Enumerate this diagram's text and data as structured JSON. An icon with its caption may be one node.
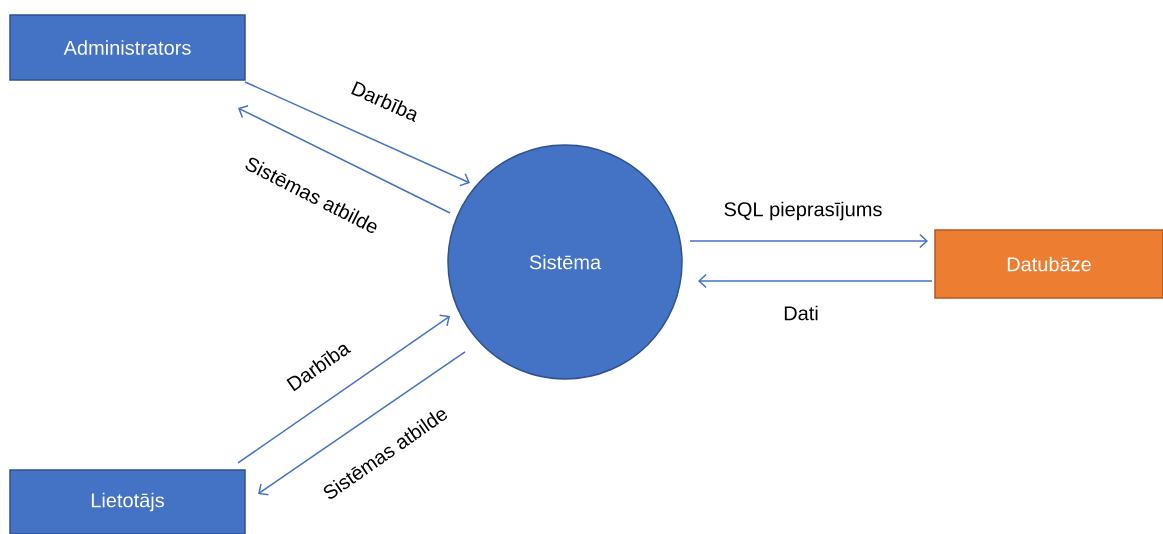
{
  "diagram": {
    "nodes": [
      {
        "text": [
          "Administrators"
        ]
      },
      {
        "text": [
          "Sistēma"
        ]
      },
      {
        "text": [
          "Datubāze"
        ]
      },
      {
        "text": [
          "Lietotājs"
        ]
      }
    ],
    "edges": [
      {
        "from": 0,
        "to": 1,
        "arrow": "to",
        "label": "Darbība"
      },
      {
        "from": 1,
        "to": 0,
        "arrow": "to",
        "label": "Sistēmas atbilde"
      },
      {
        "from": 1,
        "to": 2,
        "arrow": "to",
        "label": "SQL pieprasījums"
      },
      {
        "from": 2,
        "to": 1,
        "arrow": "to",
        "label": "Dati"
      },
      {
        "from": 3,
        "to": 1,
        "arrow": "to",
        "label": "Darbība"
      },
      {
        "from": 1,
        "to": 3,
        "arrow": "to",
        "label": "Sistēmas atbilde"
      }
    ]
  }
}
